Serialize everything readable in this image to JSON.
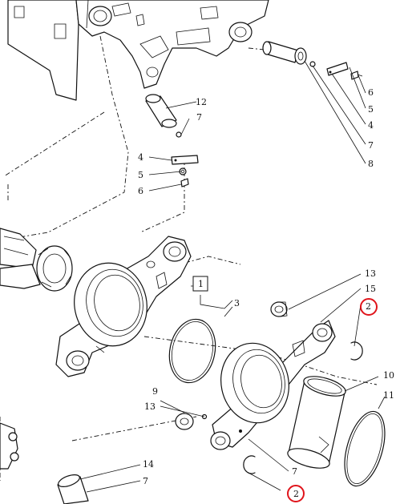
{
  "callouts": [
    {
      "id": "c-12",
      "text": "12"
    },
    {
      "id": "c-7a",
      "text": "7"
    },
    {
      "id": "c-4a",
      "text": "4"
    },
    {
      "id": "c-5a",
      "text": "5"
    },
    {
      "id": "c-6a",
      "text": "6"
    },
    {
      "id": "c-6b",
      "text": "6"
    },
    {
      "id": "c-5b",
      "text": "5"
    },
    {
      "id": "c-4b",
      "text": "4"
    },
    {
      "id": "c-7b",
      "text": "7"
    },
    {
      "id": "c-8",
      "text": "8"
    },
    {
      "id": "c-1",
      "text": "1"
    },
    {
      "id": "c-3",
      "text": "3"
    },
    {
      "id": "c-13a",
      "text": "13"
    },
    {
      "id": "c-15",
      "text": "15"
    },
    {
      "id": "c-2a",
      "text": "2"
    },
    {
      "id": "c-10",
      "text": "10"
    },
    {
      "id": "c-11",
      "text": "11"
    },
    {
      "id": "c-9",
      "text": "9"
    },
    {
      "id": "c-13b",
      "text": "13"
    },
    {
      "id": "c-7c",
      "text": "7"
    },
    {
      "id": "c-2b",
      "text": "2"
    },
    {
      "id": "c-14",
      "text": "14"
    },
    {
      "id": "c-7d",
      "text": "7"
    }
  ],
  "highlight_color": "#e0141b"
}
